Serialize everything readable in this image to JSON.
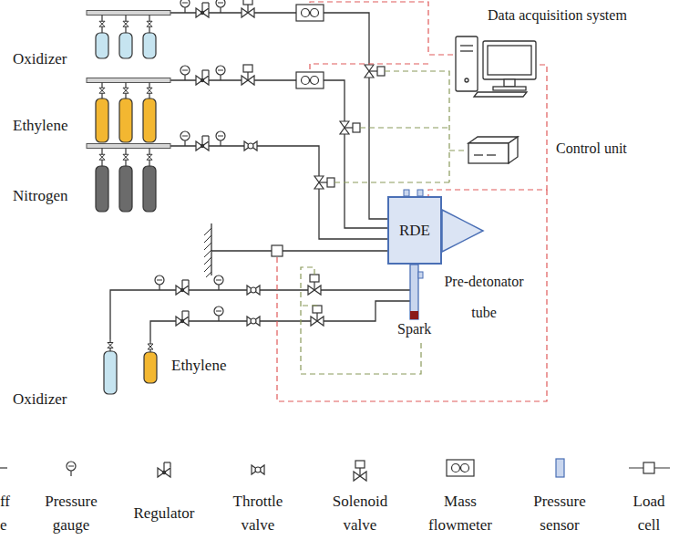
{
  "diagram": {
    "nodes": [
      {
        "text": [
          "Data acquisition system"
        ]
      },
      {
        "text": [
          "Control unit"
        ]
      },
      {
        "text": [
          "RDE"
        ]
      },
      {
        "text": [
          "Pre-detonator tube"
        ]
      }
    ],
    "edges": [
      {
        "from": 0,
        "to": 2,
        "arrow": "none"
      }
    ],
    "labels": [
      "Oxidizer",
      "Ethylene",
      "Nitrogen",
      "Ethylene",
      "Oxidizer",
      "Spark"
    ],
    "legend": [
      {
        "text": "ff e"
      },
      {
        "text": "Pressure gauge"
      },
      {
        "text": "Regulator"
      },
      {
        "text": "Throttle valve"
      },
      {
        "text": "Solenoid valve"
      },
      {
        "text": "Mass flowmeter"
      },
      {
        "text": "Pressure sensor"
      },
      {
        "text": "Load cell"
      }
    ]
  }
}
